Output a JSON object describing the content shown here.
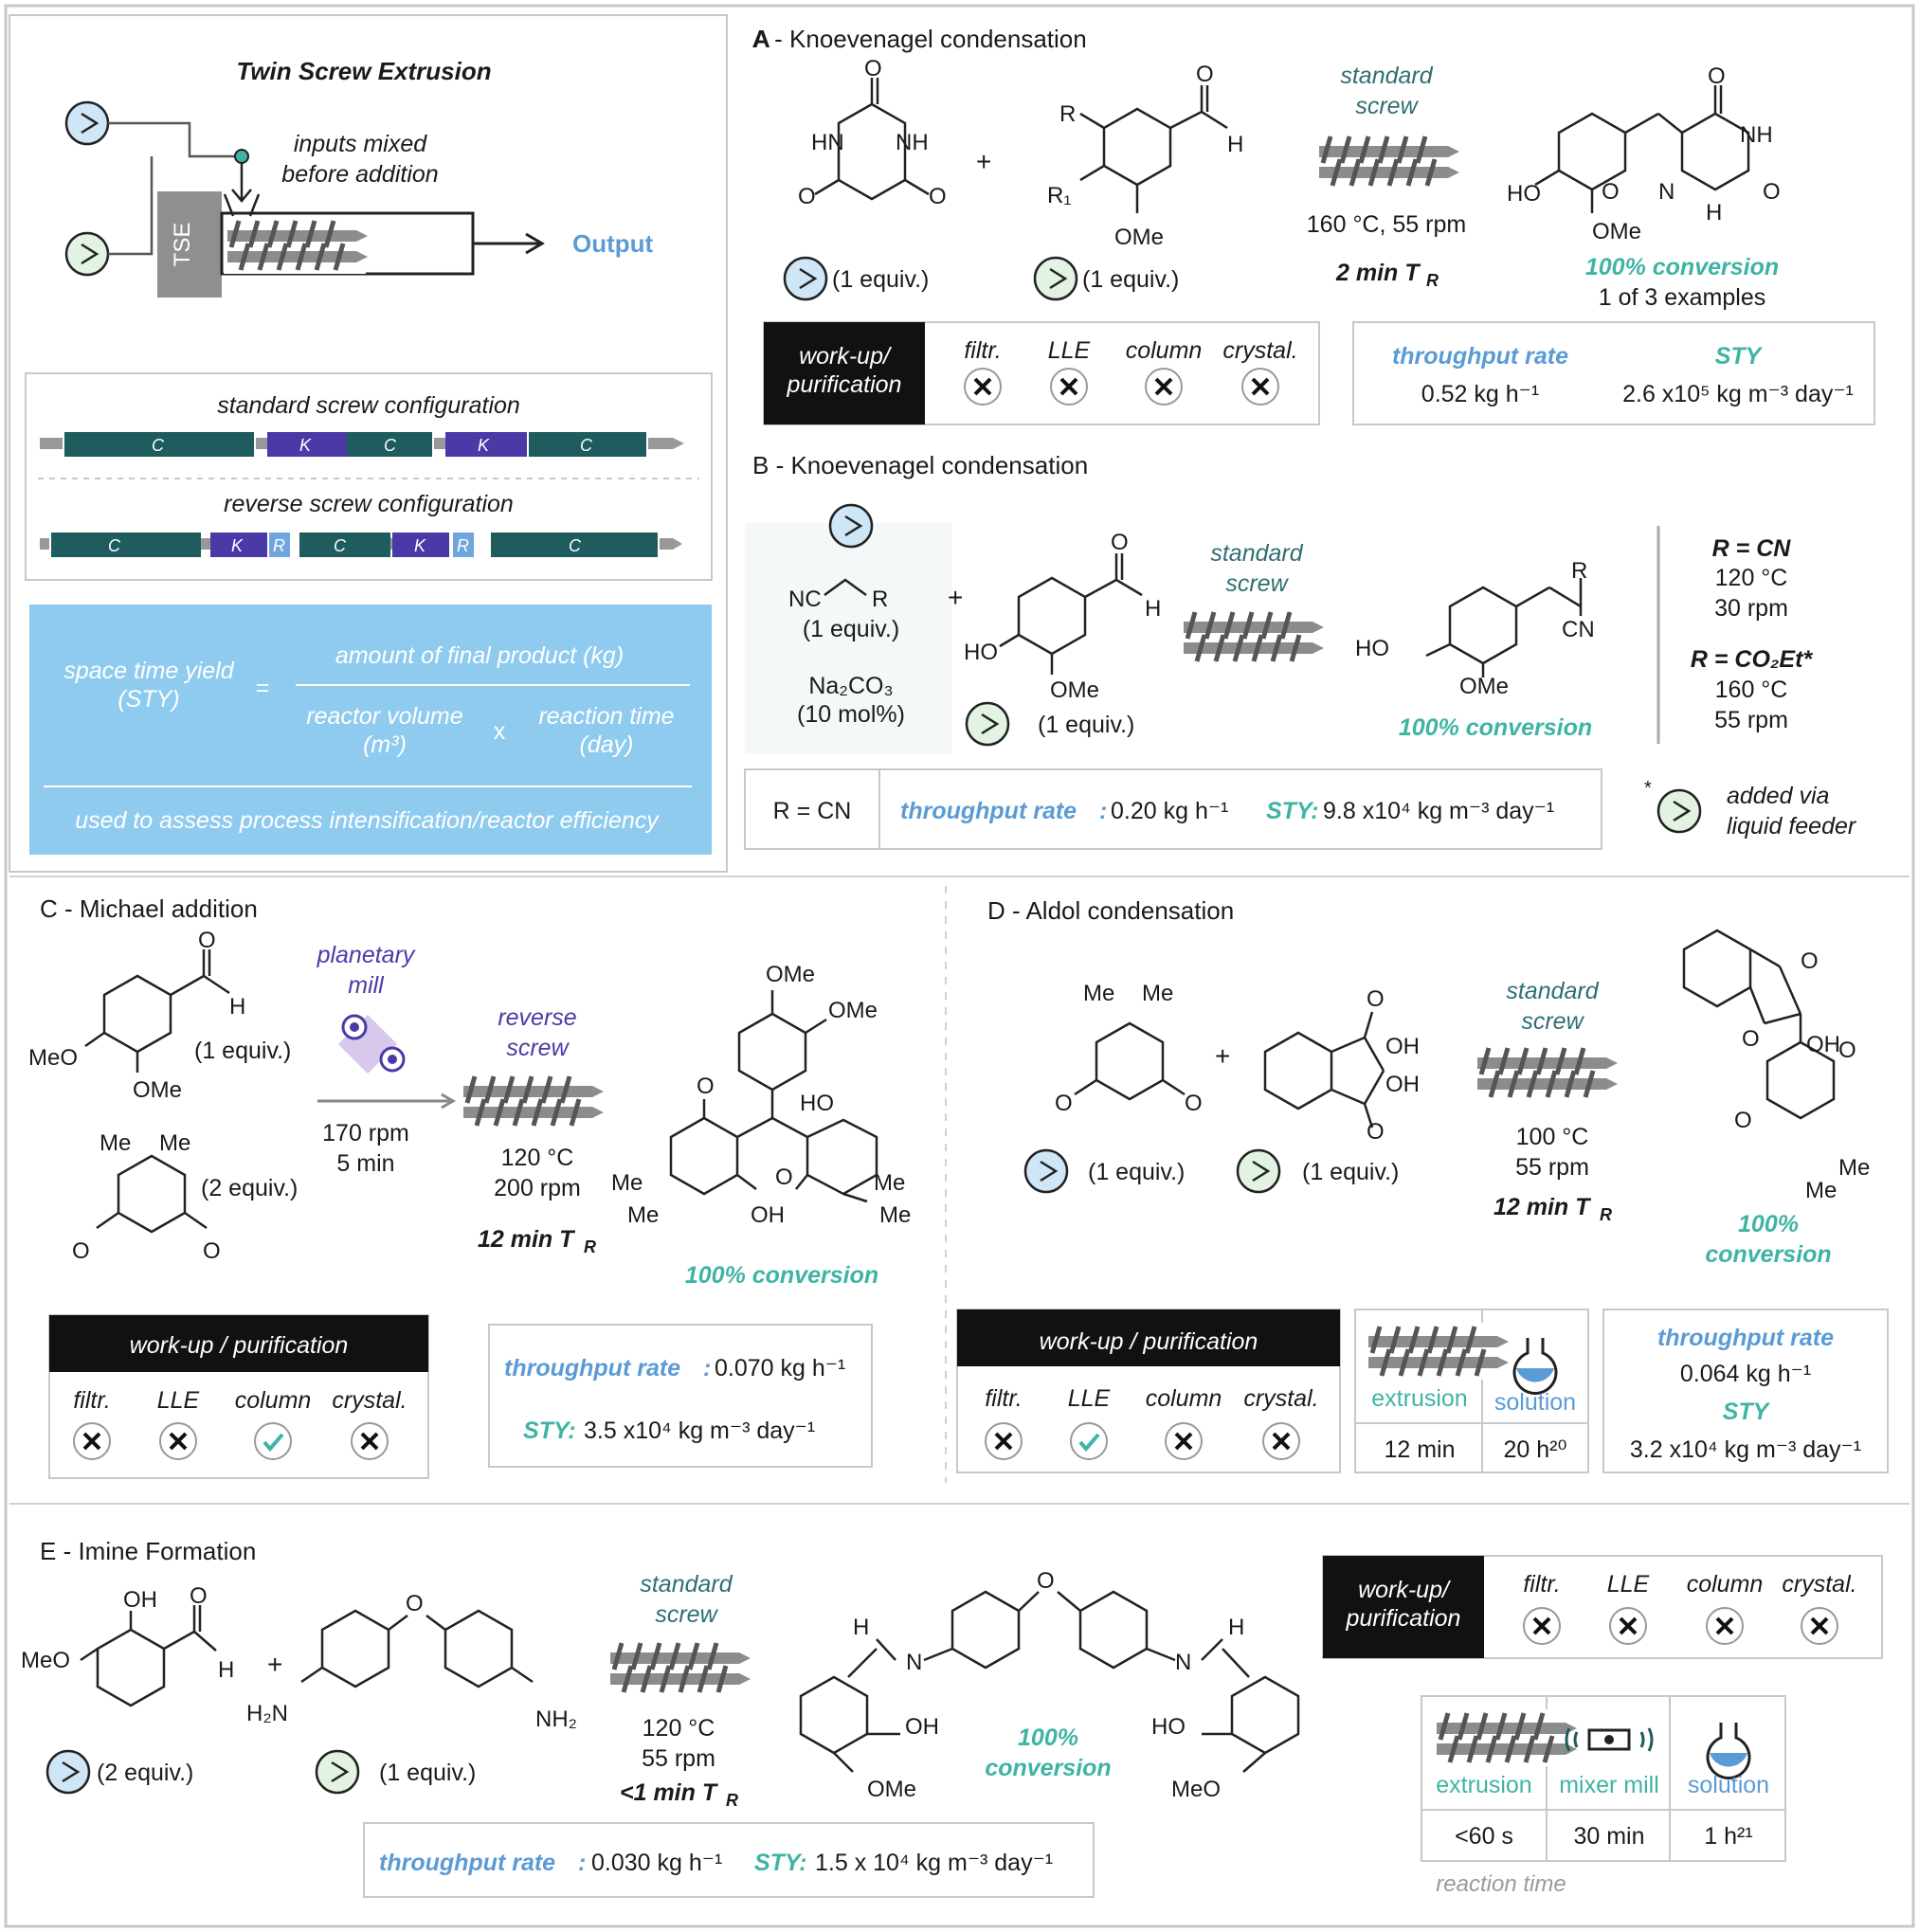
{
  "tse": {
    "title": "Twin Screw Extrusion",
    "mixed_note": [
      "inputs mixed",
      "before addition"
    ],
    "tse_label": "TSE",
    "output_label": "Output",
    "standard_config": "standard screw configuration",
    "reverse_config": "reverse screw configuration",
    "seg_c": "C",
    "seg_k": "K",
    "seg_r": "R",
    "sty_lhs": [
      "space time yield",
      "(STY)"
    ],
    "sty_eq": "=",
    "sty_num": "amount of final product (kg)",
    "sty_den1": [
      "reactor volume",
      "(m³)"
    ],
    "sty_x": "x",
    "sty_den2": [
      "reaction time",
      "(day)"
    ],
    "sty_note": "used to assess process intensification/reactor efficiency"
  },
  "common": {
    "standard_screw": [
      "standard",
      "screw"
    ],
    "reverse_screw": [
      "reverse",
      "screw"
    ],
    "one_equiv": "(1 equiv.)",
    "two_equiv": "(2 equiv.)",
    "workup_purif_2line": [
      "work-up/",
      "purification"
    ],
    "workup_purif": "work-up / purification",
    "filtr": "filtr.",
    "lle": "LLE",
    "column": "column",
    "crystal": "crystal.",
    "throughput": "throughput rate",
    "sty": "STY",
    "conversion": "100% conversion",
    "conv_split": [
      "100%",
      "conversion"
    ],
    "extrusion": "extrusion",
    "solution": "solution",
    "mixer_mill": "mixer mill"
  },
  "panel_a": {
    "title": "A - Knoevenagel condensation",
    "conditions": "160 °C, 55 rpm",
    "tr": "2 min T",
    "examples": "1 of 3 examples",
    "throughput_value": "0.52 kg h⁻¹",
    "sty_value": "2.6 x10⁵ kg m⁻³ day⁻¹"
  },
  "panel_b": {
    "title": "B - Knoevenagel condensation",
    "base": "Na₂CO₃",
    "base_amt": "(10 mol%)",
    "cond_cn": [
      "R = CN",
      "120 °C",
      "30 rpm"
    ],
    "cond_ester": [
      "R = CO₂Et*",
      "160 °C",
      "55 rpm"
    ],
    "row_label": "R = CN",
    "throughput_value": "0.20 kg h⁻¹",
    "sty_value": "9.8 x10⁴ kg m⁻³ day⁻¹",
    "footnote": [
      "added via",
      "liquid feeder"
    ]
  },
  "panel_c": {
    "title": "C - Michael addition",
    "mill": [
      "planetary",
      "mill"
    ],
    "mill_conditions": [
      "170 rpm",
      "5 min"
    ],
    "conditions": [
      "120 °C",
      "200 rpm"
    ],
    "tr": "12 min T",
    "throughput_value": "0.070 kg h⁻¹",
    "sty_value": "3.5 x10⁴ kg m⁻³ day⁻¹"
  },
  "panel_d": {
    "title": "D - Aldol condensation",
    "conditions": [
      "100 °C",
      "55 rpm"
    ],
    "tr": "12 min T",
    "extrusion_time": "12 min",
    "solution_time": "20 h²⁰",
    "throughput_value": "0.064 kg h⁻¹",
    "sty_value": "3.2 x10⁴ kg m⁻³ day⁻¹"
  },
  "panel_e": {
    "title": "E - Imine Formation",
    "conditions": [
      "120 °C",
      "55 rpm"
    ],
    "tr": "<1 min T",
    "throughput_value": "0.030  kg h⁻¹",
    "sty_value": "1.5 x 10⁴ kg m⁻³ day⁻¹",
    "extrusion_time": "<60 s",
    "mill_time": "30 min",
    "solution_time": "1 h²¹",
    "reaction_time_label": "reaction time"
  },
  "colors": {
    "feeder_blue": "#cfe6f7",
    "feeder_green": "#e3f3e3",
    "throughput_blue": "#5b9bd5",
    "sty_teal": "#3fb4a4",
    "screw_dark": "#1e5c5e",
    "kneading": "#4a3aa8",
    "reverse_r": "#6fa6dc",
    "sty_box": "#8fcbef"
  }
}
